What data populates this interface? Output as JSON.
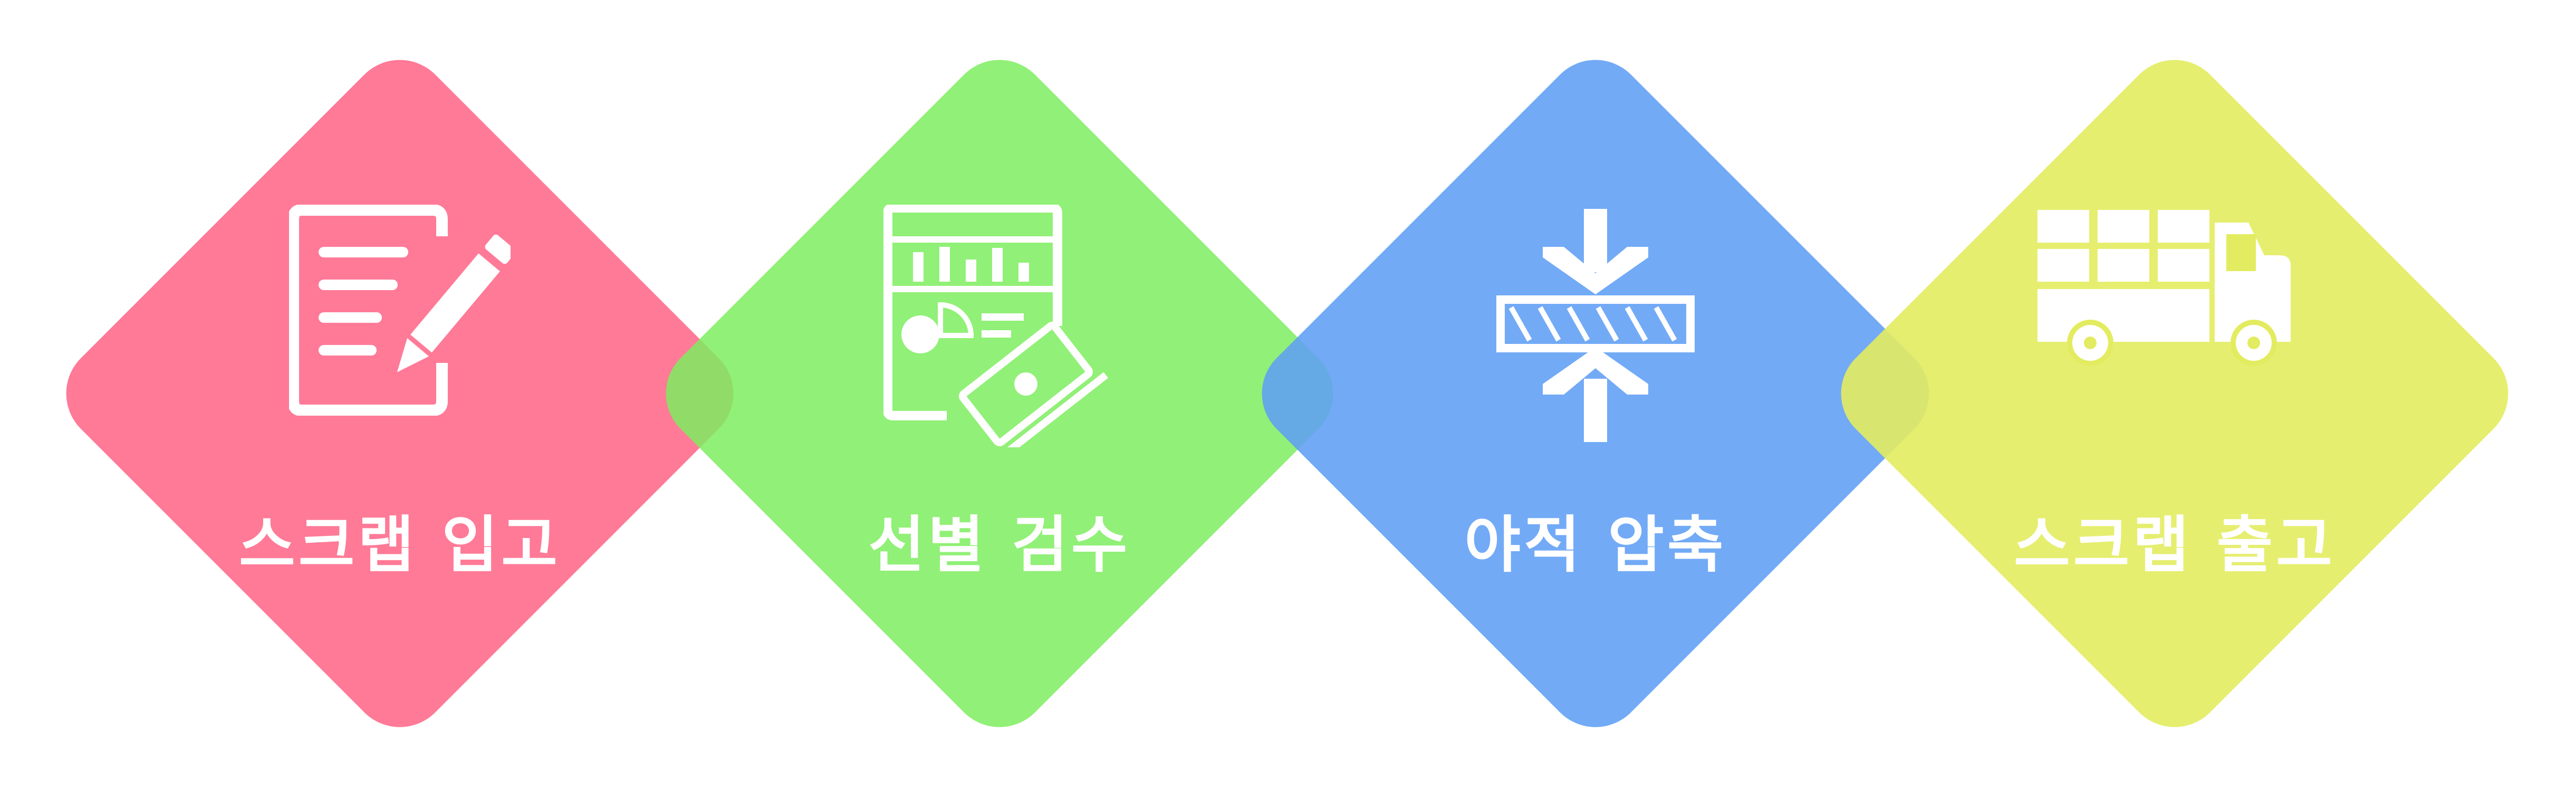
{
  "steps": [
    {
      "label": "스크랩 입고",
      "icon": "document-edit-icon",
      "color": "#ff6f8e"
    },
    {
      "label": "선별 검수",
      "icon": "report-money-icon",
      "color": "#7eed5f"
    },
    {
      "label": "야적 압축",
      "icon": "compress-icon",
      "color": "#5f9ef5"
    },
    {
      "label": "스크랩 출고",
      "icon": "truck-icon",
      "color": "#e3ec60"
    }
  ]
}
